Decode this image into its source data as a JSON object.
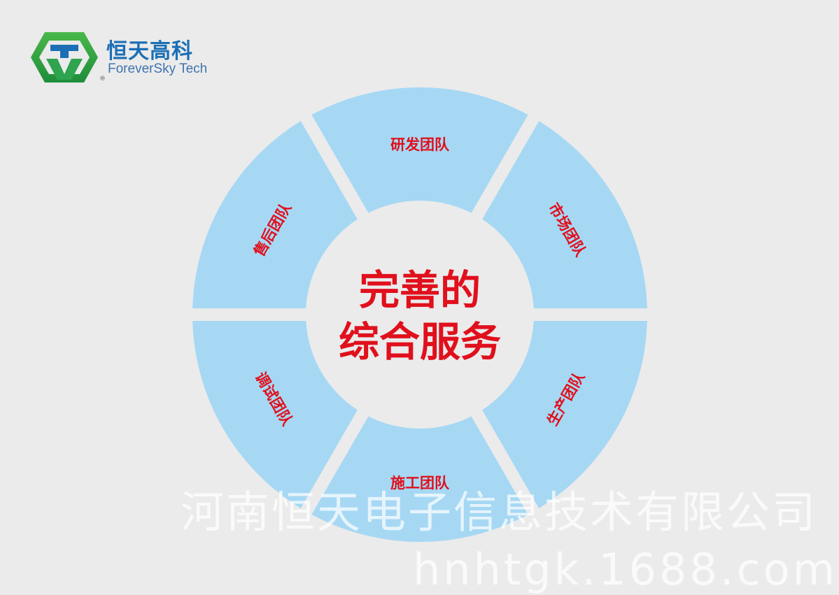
{
  "brand": {
    "name_cn": "恒天高科",
    "name_en": "ForeverSky Tech",
    "registered_mark": "®",
    "logo_color": "#2ea44f"
  },
  "center": {
    "line1": "完善的",
    "line2": "综合服务",
    "color": "#e0101c"
  },
  "segments": [
    {
      "label": "研发团队"
    },
    {
      "label": "市场团队"
    },
    {
      "label": "生产团队"
    },
    {
      "label": "施工团队"
    },
    {
      "label": "调试团队"
    },
    {
      "label": "售后团队"
    }
  ],
  "colors": {
    "segment_fill": "#a6d8f4",
    "background": "#ebebeb",
    "label": "#e0101c"
  },
  "watermark": {
    "company": "河南恒天电子信息技术有限公司",
    "url": "hnhtgk.1688.com"
  }
}
